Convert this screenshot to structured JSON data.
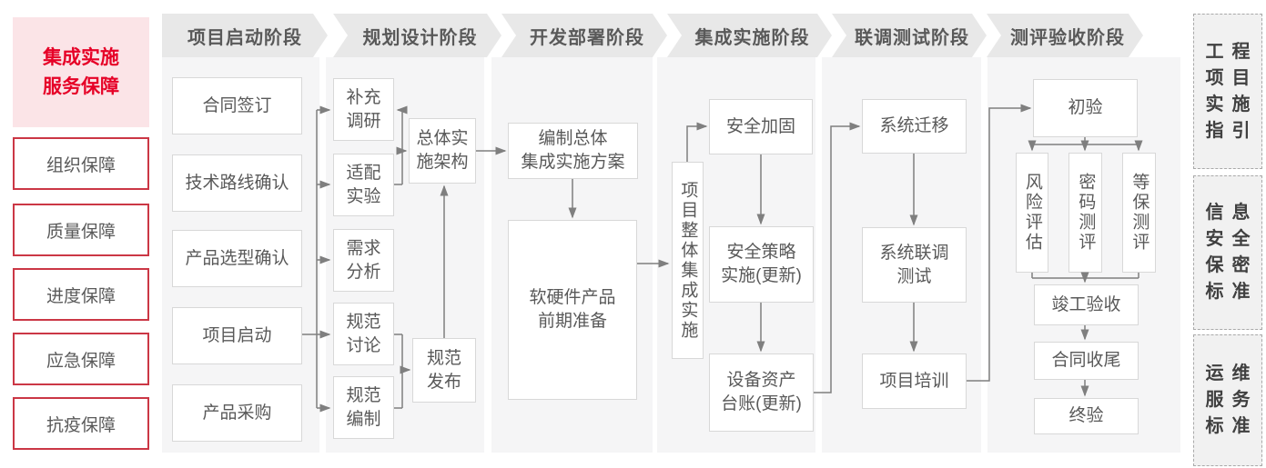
{
  "colors": {
    "accent_red": "#e60127",
    "sidebar_pink_bg": "#fbe4e7",
    "sidebar_border_red": "#cb3745",
    "stage_header_bg": "#e8e8e8",
    "band_bg": "#f5f5f6",
    "box_border": "#d8d8d8",
    "connector": "#7f7f7f",
    "text_gray": "#595959"
  },
  "sidebar": {
    "title": "集成实施\n服务保障",
    "items": [
      "组织保障",
      "质量保障",
      "进度保障",
      "应急保障",
      "抗疫保障"
    ]
  },
  "stages": [
    "项目启动阶段",
    "规划设计阶段",
    "开发部署阶段",
    "集成实施阶段",
    "联调测试阶段",
    "测评验收阶段"
  ],
  "flow": {
    "col1": [
      "合同签订",
      "技术路线确认",
      "产品选型确认",
      "项目启动",
      "产品采购"
    ],
    "col2": {
      "steps": [
        "补充\n调研",
        "适配\n实验",
        "需求\n分析",
        "规范\n讨论",
        "规范\n编制"
      ],
      "arch": "总体实\n施架构",
      "publish": "规范\n发布"
    },
    "col3": {
      "plan": "编制总体\n集成实施方案",
      "prep": "软硬件产品\n前期准备"
    },
    "col4": {
      "overall": "项目整体集成实施",
      "harden": "安全加固",
      "policy": "安全策略\n实施(更新)",
      "ledger": "设备资产\n台账(更新)"
    },
    "col5": [
      "系统迁移",
      "系统联调\n测试",
      "项目培训"
    ],
    "col6": {
      "initial": "初验",
      "evals": [
        "风险评估",
        "密码测评",
        "等保测评"
      ],
      "completion": "竣工验收",
      "closeout": "合同收尾",
      "final": "终验"
    }
  },
  "right_panel": [
    "工程\n项目\n实施\n指引",
    "信息\n安全\n保密\n标准",
    "运维\n服务\n标准"
  ]
}
